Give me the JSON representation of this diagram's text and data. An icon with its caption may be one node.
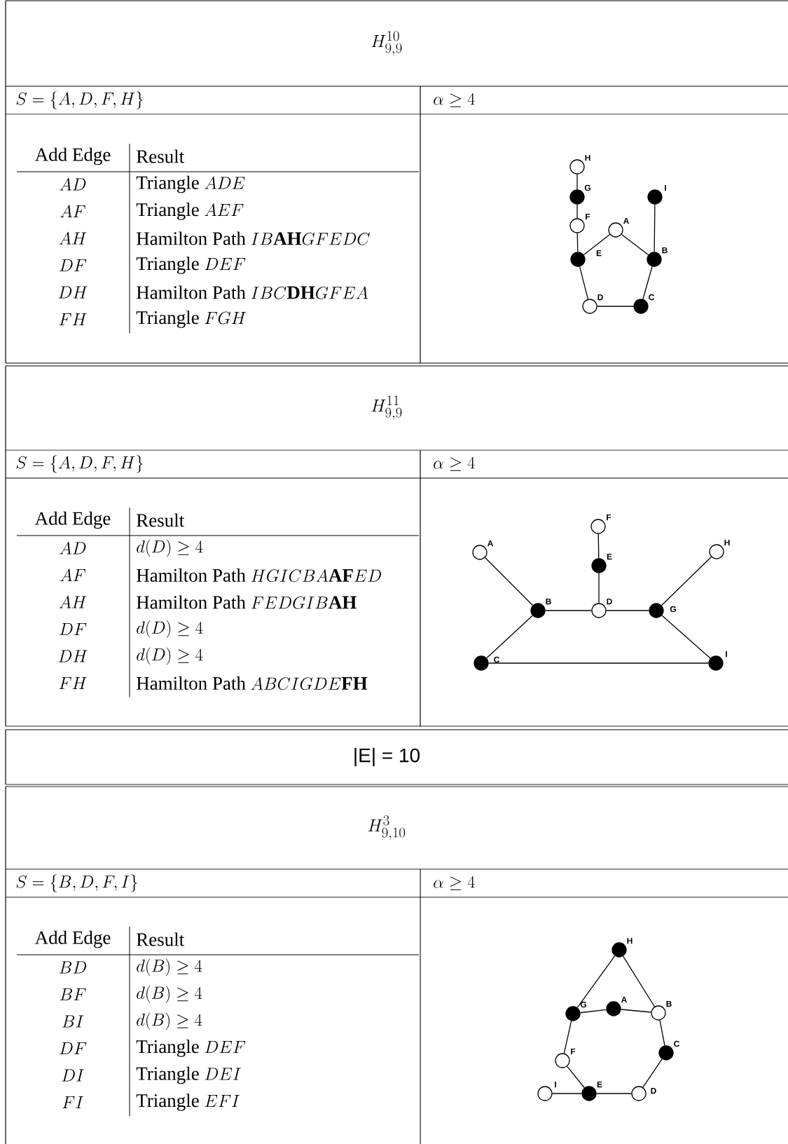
{
  "diagram": {
    "nodes": [
      {
        "text": [],
        "shape": "circle",
        "beside": [
          "H"
        ]
      },
      {
        "text": [],
        "shape": "dot",
        "beside": [
          "G"
        ]
      },
      {
        "text": [],
        "shape": "dot",
        "beside": [
          "I"
        ]
      },
      {
        "text": [],
        "shape": "circle",
        "beside": [
          "F"
        ]
      },
      {
        "text": [],
        "shape": "circle",
        "beside": [
          "A"
        ]
      },
      {
        "text": [],
        "shape": "dot",
        "beside": [
          "E"
        ]
      },
      {
        "text": [],
        "shape": "dot",
        "beside": [
          "B"
        ]
      },
      {
        "text": [],
        "shape": "circle",
        "beside": [
          "D"
        ]
      },
      {
        "text": [],
        "shape": "dot",
        "beside": [
          "C"
        ]
      },
      {
        "text": [],
        "shape": "circle",
        "beside": [
          "F"
        ]
      },
      {
        "text": [],
        "shape": "circle",
        "beside": [
          "A"
        ]
      },
      {
        "text": [],
        "shape": "circle",
        "beside": [
          "H"
        ]
      },
      {
        "text": [],
        "shape": "dot",
        "beside": [
          "E"
        ]
      },
      {
        "text": [],
        "shape": "dot",
        "beside": [
          "B"
        ]
      },
      {
        "text": [],
        "shape": "circle",
        "beside": [
          "D"
        ]
      },
      {
        "text": [],
        "shape": "dot",
        "beside": [
          "G"
        ]
      },
      {
        "text": [],
        "shape": "dot",
        "beside": [
          "C"
        ]
      },
      {
        "text": [],
        "shape": "dot",
        "beside": [
          "I"
        ]
      },
      {
        "text": [],
        "shape": "dot",
        "beside": [
          "H"
        ]
      },
      {
        "text": [],
        "shape": "dot",
        "beside": [
          "A"
        ]
      },
      {
        "text": [],
        "shape": "circle",
        "beside": [
          "B"
        ]
      },
      {
        "text": [],
        "shape": "dot",
        "beside": [
          "G"
        ]
      },
      {
        "text": [],
        "shape": "dot",
        "beside": [
          "C"
        ]
      },
      {
        "text": [],
        "shape": "circle",
        "beside": [
          "F"
        ]
      },
      {
        "text": [],
        "shape": "circle",
        "beside": [
          "I"
        ]
      },
      {
        "text": [],
        "shape": "dot",
        "beside": [
          "E"
        ]
      },
      {
        "text": [],
        "shape": "circle",
        "beside": [
          "D"
        ]
      }
    ],
    "edges": [
      {
        "from": 0,
        "to": 1,
        "arrow": "none"
      },
      {
        "from": 1,
        "to": 3,
        "arrow": "none"
      },
      {
        "from": 3,
        "to": 5,
        "arrow": "none"
      },
      {
        "from": 5,
        "to": 4,
        "arrow": "none"
      },
      {
        "from": 4,
        "to": 6,
        "arrow": "none"
      },
      {
        "from": 2,
        "to": 6,
        "arrow": "none"
      },
      {
        "from": 6,
        "to": 8,
        "arrow": "none"
      },
      {
        "from": 8,
        "to": 7,
        "arrow": "none"
      },
      {
        "from": 7,
        "to": 5,
        "arrow": "none"
      },
      {
        "from": 10,
        "to": 13,
        "arrow": "none"
      },
      {
        "from": 13,
        "to": 16,
        "arrow": "none"
      },
      {
        "from": 16,
        "to": 17,
        "arrow": "none"
      },
      {
        "from": 13,
        "to": 14,
        "arrow": "none"
      },
      {
        "from": 14,
        "to": 12,
        "arrow": "none"
      },
      {
        "from": 12,
        "to": 9,
        "arrow": "none"
      },
      {
        "from": 14,
        "to": 15,
        "arrow": "none"
      },
      {
        "from": 15,
        "to": 11,
        "arrow": "none"
      },
      {
        "from": 15,
        "to": 17,
        "arrow": "none"
      },
      {
        "from": 18,
        "to": 21,
        "arrow": "none"
      },
      {
        "from": 18,
        "to": 20,
        "arrow": "none"
      },
      {
        "from": 21,
        "to": 19,
        "arrow": "none"
      },
      {
        "from": 19,
        "to": 20,
        "arrow": "none"
      },
      {
        "from": 21,
        "to": 23,
        "arrow": "none"
      },
      {
        "from": 23,
        "to": 25,
        "arrow": "none"
      },
      {
        "from": 20,
        "to": 22,
        "arrow": "none"
      },
      {
        "from": 22,
        "to": 26,
        "arrow": "none"
      },
      {
        "from": 26,
        "to": 25,
        "arrow": "none"
      },
      {
        "from": 24,
        "to": 25,
        "arrow": "none"
      }
    ],
    "labels": [
      "H^{10}_{9,9}",
      "S = \\{A,D,F,H\\}",
      "\\alpha \\geq 4",
      "Add Edge",
      "Result",
      "AD",
      "\\text{Triangle }ADE",
      "AF",
      "\\text{Triangle }AEF",
      "AH",
      "\\text{Hamilton Path }IB\\mathbf{AH}GFEDC",
      "DF",
      "\\text{Triangle }DEF",
      "DH",
      "\\text{Hamilton Path }IBC\\mathbf{DH}GFEA",
      "FH",
      "\\text{Triangle }FGH",
      "H^{11}_{9,9}",
      "S = \\{A,D,F,H\\}",
      "\\alpha \\geq 4",
      "Add Edge",
      "Result",
      "AD",
      "d(D) \\geq 4",
      "AF",
      "\\text{Hamilton Path }HGICBA\\mathbf{AF}ED",
      "AH",
      "\\text{Hamilton Path }FEDGIB\\mathbf{AH}",
      "DF",
      "d(D) \\geq 4",
      "DH",
      "d(D) \\geq 4",
      "FH",
      "\\text{Hamilton Path }ABCIGDE\\mathbf{FH}",
      "|E| = 10",
      "H^{3}_{9,10}",
      "S = \\{B,D,F,I\\}",
      "\\alpha \\geq 4",
      "Add Edge",
      "Result",
      "BD",
      "d(B) \\geq 4",
      "BF",
      "d(B) \\geq 4",
      "BI",
      "d(B) \\geq 4",
      "DF",
      "\\text{Triangle }DEF",
      "DI",
      "\\text{Triangle }DEI",
      "FI",
      "\\text{Triangle }EFI"
    ]
  }
}
